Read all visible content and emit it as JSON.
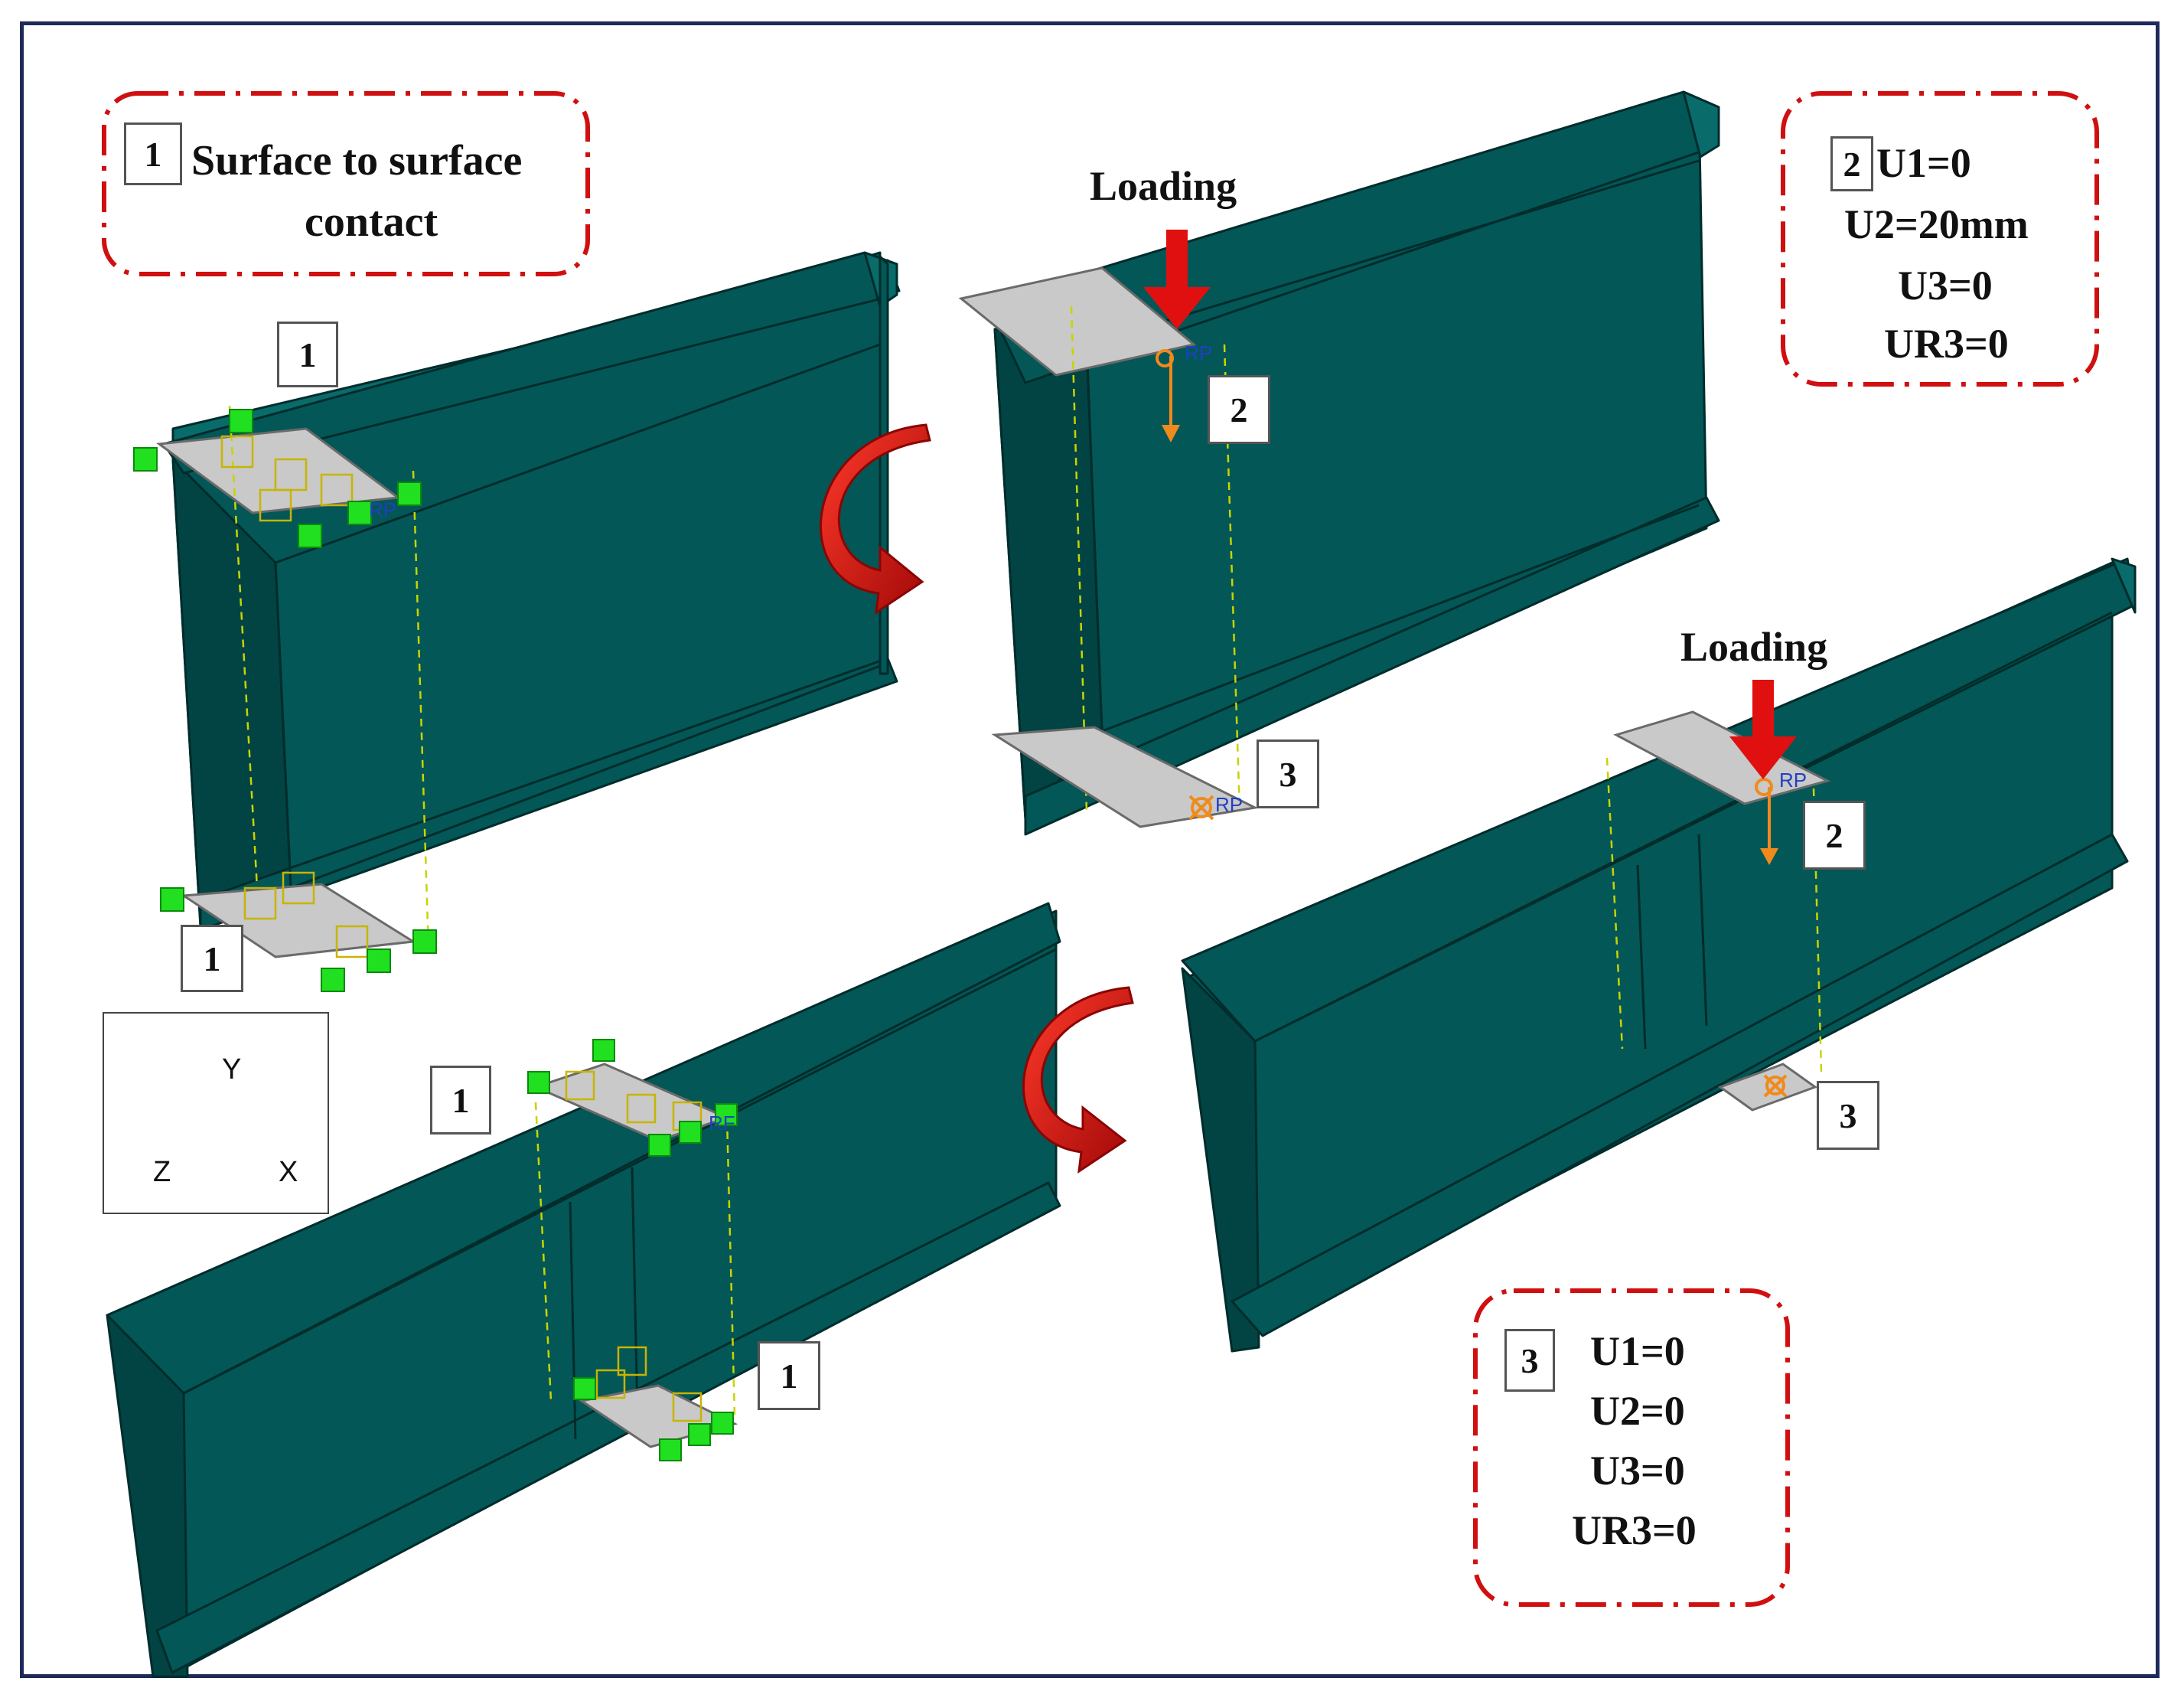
{
  "annotations": {
    "contact": {
      "number": "1",
      "line1": "Surface to surface",
      "line2": "contact"
    },
    "loading_bc": {
      "number": "2",
      "lines": [
        "U1=0",
        "U2=20mm",
        "U3=0",
        "UR3=0"
      ]
    },
    "support_bc": {
      "number": "3",
      "lines": [
        "U1=0",
        "U2=0",
        "U3=0",
        "UR3=0"
      ]
    }
  },
  "labels": {
    "loading": "Loading",
    "rp": "RP",
    "rp_short": "RF",
    "markers": [
      "1",
      "1",
      "2",
      "3",
      "2",
      "3",
      "1",
      "1"
    ]
  },
  "axes_triad": {
    "y": "Y",
    "z": "Z",
    "x": "X"
  },
  "colors": {
    "beam": "#035757",
    "plate": "#c9c9c9",
    "frame": "#1f2a5a",
    "dash_box": "#d01010",
    "arrow_red": "#e01010",
    "node_green": "#20e020",
    "rp_orange": "#f08a1c"
  }
}
